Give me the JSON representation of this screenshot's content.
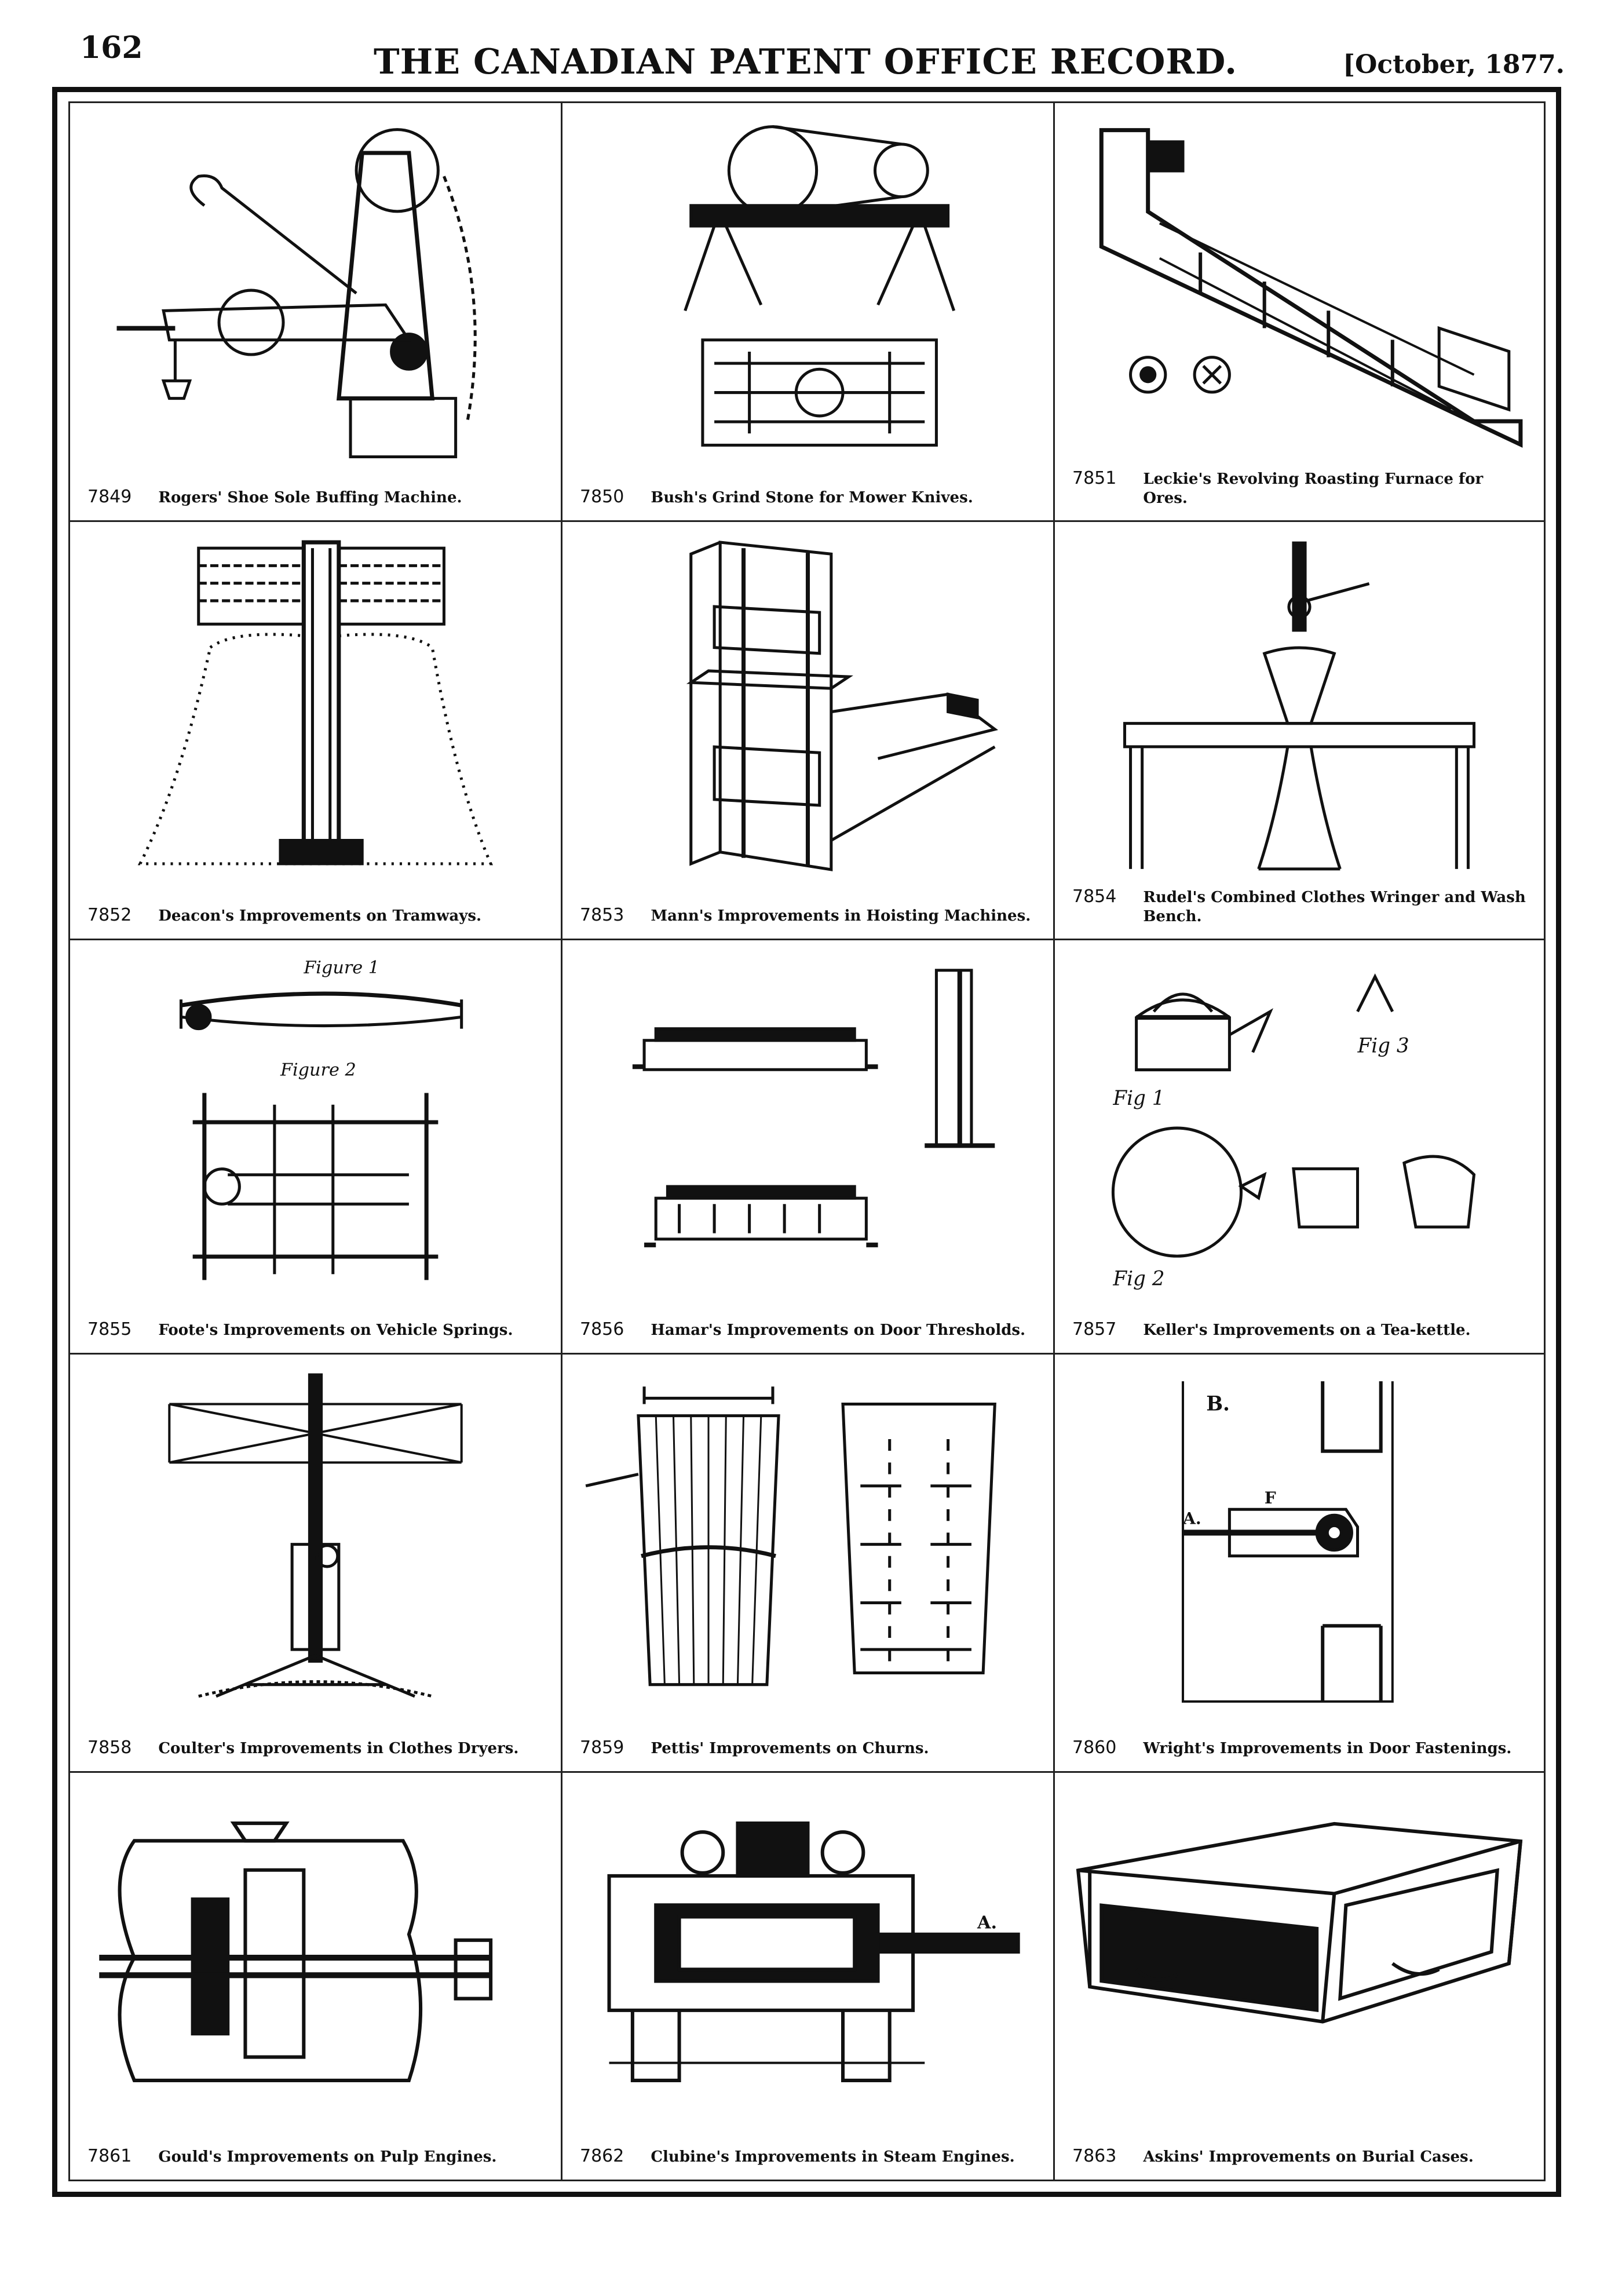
{
  "header": {
    "page_number": "162",
    "journal_title": "THE CANADIAN PATENT OFFICE RECORD.",
    "issue_date": "[October, 1877."
  },
  "patents": [
    {
      "number": "7849",
      "title": "Rogers' Shoe Sole Buffing Machine."
    },
    {
      "number": "7850",
      "title": "Bush's Grind Stone for Mower Knives."
    },
    {
      "number": "7851",
      "title": "Leckie's Revolving Roasting Furnace for Ores."
    },
    {
      "number": "7852",
      "title": "Deacon's Improvements on Tramways."
    },
    {
      "number": "7853",
      "title": "Mann's Improvements in Hoisting Machines."
    },
    {
      "number": "7854",
      "title": "Rudel's Combined Clothes Wringer and Wash Bench."
    },
    {
      "number": "7855",
      "title": "Foote's Improvements on Vehicle Springs."
    },
    {
      "number": "7856",
      "title": "Hamar's Improvements on Door Thresholds."
    },
    {
      "number": "7857",
      "title": "Keller's Improvements on a Tea-kettle."
    },
    {
      "number": "7858",
      "title": "Coulter's Improvements in Clothes Dryers."
    },
    {
      "number": "7859",
      "title": "Pettis' Improvements on Churns."
    },
    {
      "number": "7860",
      "title": "Wright's Improvements in Door Fastenings."
    },
    {
      "number": "7861",
      "title": "Gould's Improvements on Pulp Engines."
    },
    {
      "number": "7862",
      "title": "Clubine's Improvements in Steam Engines."
    },
    {
      "number": "7863",
      "title": "Askins' Improvements on Burial Cases."
    }
  ],
  "figure_labels": {
    "foote_fig1": "Figure 1",
    "foote_fig2": "Figure 2",
    "keller_fig1": "Fig 1",
    "keller_fig2": "Fig 2",
    "keller_fig3": "Fig 3",
    "wright_b": "B.",
    "wright_a": "A.",
    "wright_f": "F",
    "clubine_a": "A."
  }
}
